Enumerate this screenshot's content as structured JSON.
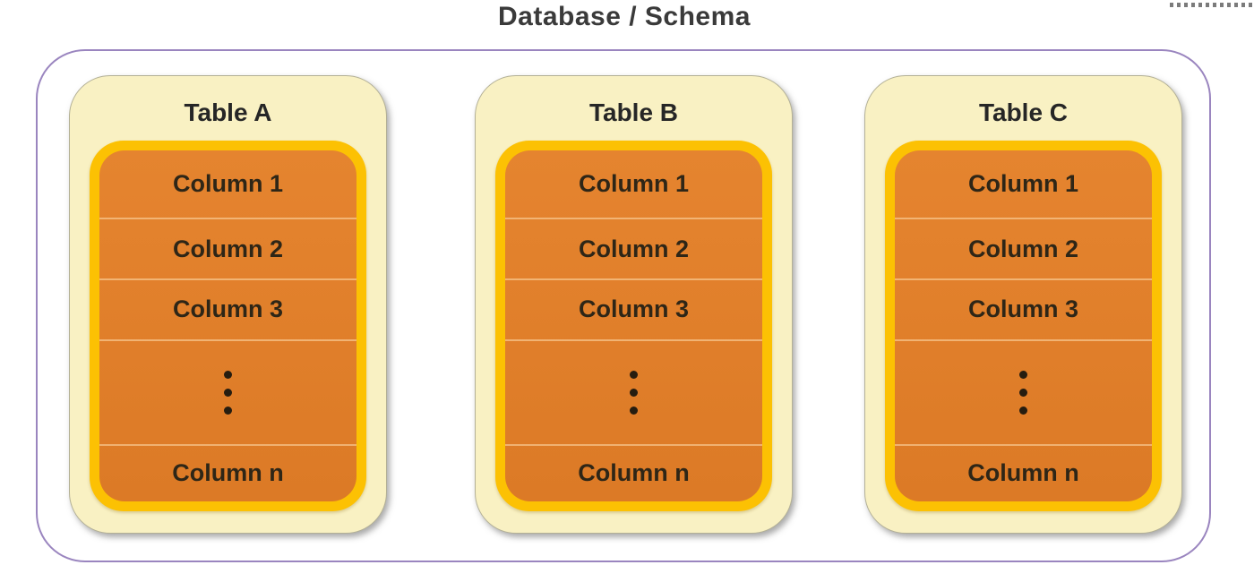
{
  "title": "Database / Schema",
  "decoration": {
    "icon": "dotted-line"
  },
  "tables": [
    {
      "name": "Table A",
      "columns": [
        "Column 1",
        "Column 2",
        "Column 3"
      ],
      "ellipsis_icon": "vertical-ellipsis",
      "last_column": "Column n"
    },
    {
      "name": "Table B",
      "columns": [
        "Column 1",
        "Column 2",
        "Column 3"
      ],
      "ellipsis_icon": "vertical-ellipsis",
      "last_column": "Column n"
    },
    {
      "name": "Table C",
      "columns": [
        "Column 1",
        "Column 2",
        "Column 3"
      ],
      "ellipsis_icon": "vertical-ellipsis",
      "last_column": "Column n"
    }
  ],
  "colors": {
    "container_outline": "#9A85BF",
    "card_background": "#F9F1C3",
    "inner_border": "#FCC103",
    "row_background": "#E1802B",
    "row_divider": "#FFDFAF",
    "text": "#2E2617",
    "title_text": "#3A3A3A"
  }
}
